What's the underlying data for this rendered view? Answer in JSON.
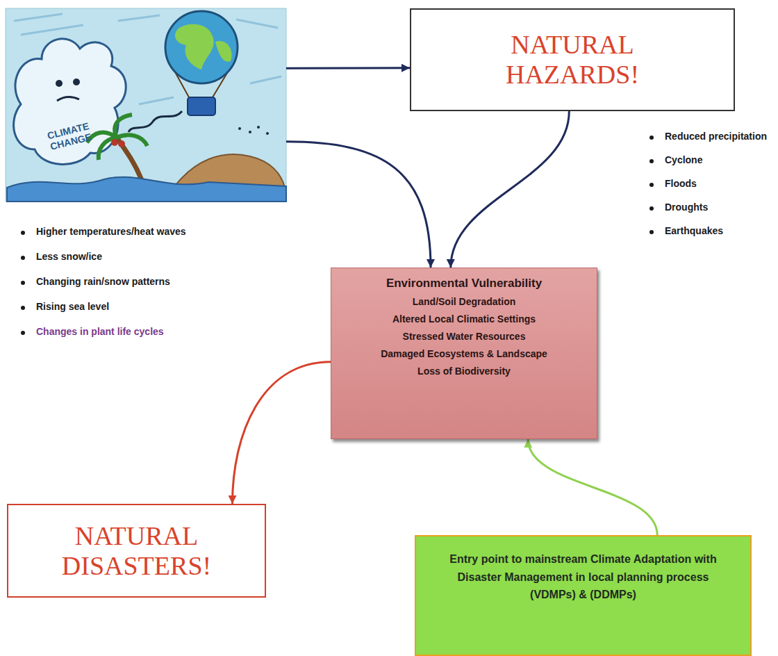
{
  "diagram": {
    "nodes": [
      {
        "text": [
          "CLIMATE CHANGE"
        ]
      },
      {
        "text": [
          "NATURAL HAZARDS!"
        ]
      },
      {
        "text": [
          "Environmental Vulnerability",
          "Land/Soil Degradation",
          "Altered Local Climatic Settings",
          "Stressed Water Resources",
          "Damaged Ecosystems & Landscape",
          "Loss of Biodiversity"
        ]
      },
      {
        "text": [
          "NATURAL DISASTERS!"
        ]
      },
      {
        "text": [
          "Entry point to mainstream Climate Adaptation with Disaster Management in local planning process (VDMPs) & (DDMPs)"
        ]
      }
    ],
    "edges": [
      {
        "from": 0,
        "to": 1,
        "arrow": "to"
      },
      {
        "from": 0,
        "to": 2,
        "arrow": "to"
      },
      {
        "from": 1,
        "to": 2,
        "arrow": "to"
      },
      {
        "from": 2,
        "to": 3,
        "arrow": "to"
      },
      {
        "from": 4,
        "to": 2,
        "arrow": "to"
      }
    ],
    "labels": [
      "Higher temperatures/heat waves",
      "Less snow/ice",
      "Changing rain/snow patterns",
      "Rising sea level",
      "Changes in plant life cycles",
      "Reduced precipitation",
      "Cyclone",
      "Floods",
      "Droughts",
      "Earthquakes"
    ]
  }
}
